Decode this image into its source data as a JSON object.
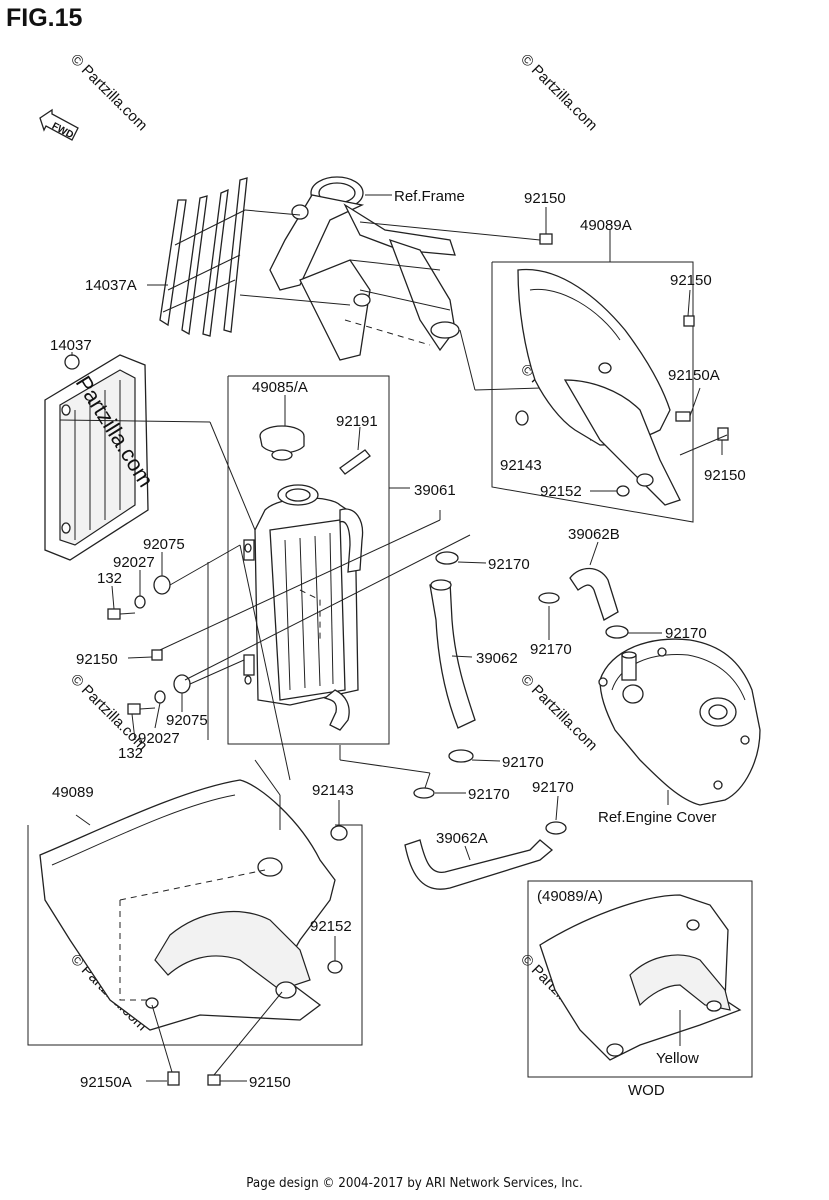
{
  "figure": {
    "title": "FIG.15",
    "fwd_label": "FWD"
  },
  "labels": {
    "ref_frame": "Ref.Frame",
    "ref_engine_cover": "Ref.Engine Cover",
    "p92150_top": "92150",
    "p49089A": "49089A",
    "p14037A": "14037A",
    "p92150_r1": "92150",
    "p14037": "14037",
    "p49085A": "49085/A",
    "p92191": "92191",
    "p92150A_r": "92150A",
    "p92143_r": "92143",
    "p92150_r2": "92150",
    "p39061": "39061",
    "p92152_r": "92152",
    "p92075_a": "92075",
    "p39062B": "39062B",
    "p92027_a": "92027",
    "p92170_a": "92170",
    "p132_a": "132",
    "p92170_b": "92170",
    "p92170_c": "92170",
    "p39062": "39062",
    "p92150_l": "92150",
    "p92075_b": "92075",
    "p92027_b": "92027",
    "p132_b": "132",
    "p92170_d": "92170",
    "p49089": "49089",
    "p92143_l": "92143",
    "p92170_e": "92170",
    "p92170_f": "92170",
    "p39062A": "39062A",
    "p92152_l": "92152",
    "p49089A_box": "(49089/A)",
    "yellow": "Yellow",
    "wod": "WOD",
    "p92150A_b": "92150A",
    "p92150_b": "92150"
  },
  "watermarks": [
    "© Partzilla.com",
    "© Partzilla.com",
    "© Partzilla.com",
    "© Partzilla.com",
    "© Partzilla.com",
    "© Partzilla.com",
    "© Partzilla.com"
  ],
  "brand_watermark": "Partzilla.com",
  "footer": "Page design © 2004-2017 by ARI Network Services, Inc."
}
